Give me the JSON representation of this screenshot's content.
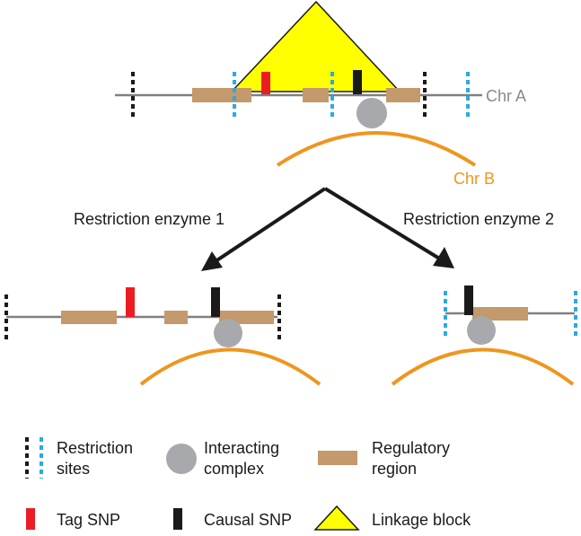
{
  "labels": {
    "chr_a": "Chr A",
    "chr_b": "Chr B",
    "enzyme_1": "Restriction enzyme  1",
    "enzyme_2": "Restriction enzyme  2"
  },
  "legend": {
    "restriction_sites": [
      "Restriction",
      "sites"
    ],
    "interacting_complex": [
      "Interacting",
      "complex"
    ],
    "regulatory_region": [
      "Regulatory",
      "region"
    ],
    "tag_snp": "Tag SNP",
    "causal_snp": "Causal SNP",
    "linkage_block": "Linkage block"
  },
  "colors": {
    "chromosome_line": "#808080",
    "chr_a_label": "#8a8a8a",
    "chr_b": "#f0951c",
    "linkage_block": "#ffff00",
    "regulatory_region": "#c4996b",
    "tag_snp": "#ec1c24",
    "causal_snp": "#1a1a1a",
    "restriction_site_black": "#1a1a1a",
    "restriction_site_blue": "#29abe2",
    "interacting_complex": "#a7a9ac",
    "arrow": "#1a1a1a"
  }
}
